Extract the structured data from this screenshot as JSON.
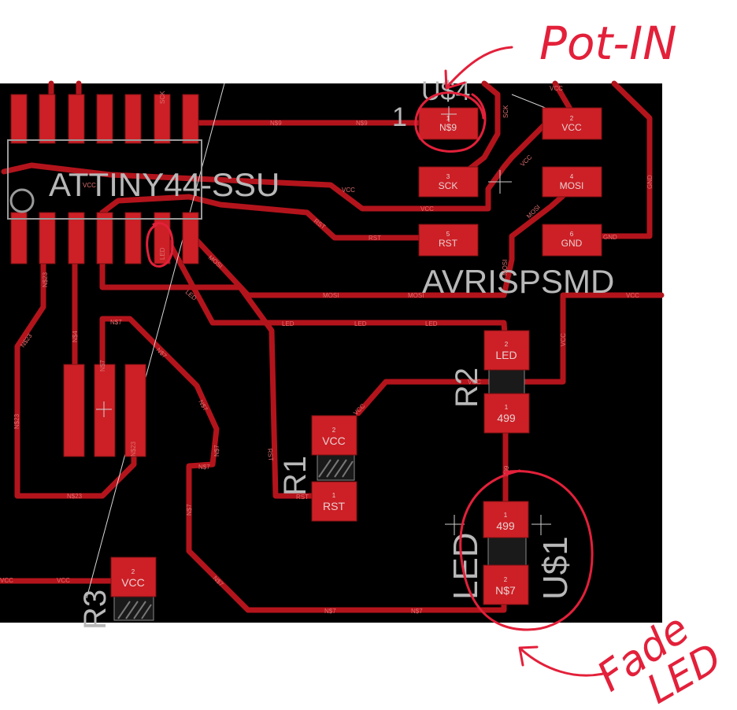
{
  "colors": {
    "board": "#000000",
    "trace": "#b3141c",
    "pad": "#cc2026",
    "silk": "#b8b8b8",
    "annotation": "#e3203a",
    "page": "#ffffff"
  },
  "components": {
    "ic_name": "ATTINY44-SSU",
    "ic_pin_label": "SCK",
    "header_name": "AVRISPSMD",
    "header_ref_partial": "U$4",
    "header_pin1_mark": "1",
    "r1": "R1",
    "r2": "R2",
    "r3": "R3",
    "led_name": "LED",
    "led_ref": "U$1"
  },
  "pads": {
    "h1_num": "1",
    "h1_net": "N$9",
    "h2_num": "2",
    "h2_net": "VCC",
    "h3_num": "3",
    "h3_net": "SCK",
    "h4_num": "4",
    "h4_net": "MOSI",
    "h5_num": "5",
    "h5_net": "RST",
    "h6_num": "6",
    "h6_net": "GND",
    "r2p2_num": "2",
    "r2p2_net": "LED",
    "r2p1_num": "1",
    "r2p1_net": "499",
    "r1p2_num": "2",
    "r1p2_net": "VCC",
    "r1p1_num": "1",
    "r1p1_net": "RST",
    "ledp1_num": "1",
    "ledp1_net": "499",
    "ledp2_num": "2",
    "ledp2_net": "N$7",
    "r3p2_num": "2",
    "r3p2_net": "VCC"
  },
  "nets": {
    "n9": "N$9",
    "vcc": "VCC",
    "rst": "RST",
    "mosi": "MOSI",
    "led": "LED",
    "n7": "N$7",
    "n4": "N$4",
    "n23": "N$23",
    "gnd": "GND",
    "sck": "SCK",
    "r499": "499"
  },
  "annotations": {
    "pot_in": "Pot-IN",
    "fade_line1": "Fade",
    "fade_line2": "LED"
  }
}
